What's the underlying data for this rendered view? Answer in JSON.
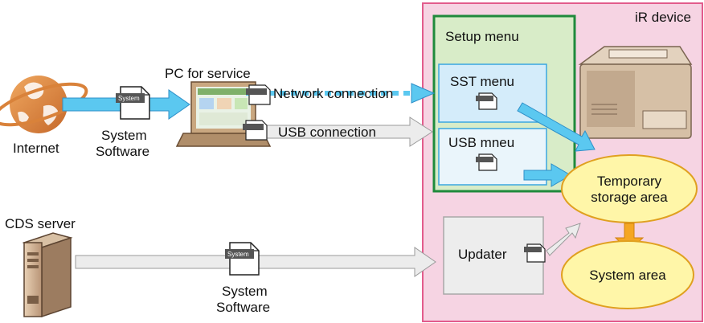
{
  "device": {
    "title": "iR device"
  },
  "setup_menu": {
    "title": "Setup menu"
  },
  "sst_menu": {
    "label": "SST menu"
  },
  "usb_menu": {
    "label": "USB mneu"
  },
  "pc": {
    "label": "PC for service"
  },
  "internet": {
    "label": "Internet"
  },
  "top_software": {
    "line1": "System",
    "line2": "Software"
  },
  "network_connection": {
    "label": "Network connection"
  },
  "usb_connection": {
    "label": "USB connection"
  },
  "cds_server": {
    "label": "CDS server"
  },
  "bottom_software": {
    "line1": "System",
    "line2": "Software"
  },
  "updater": {
    "label": "Updater"
  },
  "temporary_storage": {
    "line1": "Temporary",
    "line2": "storage area"
  },
  "system_area": {
    "label": "System area"
  },
  "doc_icon": {
    "label": "System"
  },
  "colors": {
    "device_bg": "#f6d4e3",
    "device_border": "#e25c8c",
    "setup_bg": "#d8ecc8",
    "setup_border": "#1f8a3c",
    "blue_arrow": "#5bc8f0",
    "gray_arrow": "#e6e6e6",
    "ellipse_fill": "#fff6a8",
    "ellipse_stroke": "#e0a020",
    "orange_arrow": "#f5a623"
  }
}
